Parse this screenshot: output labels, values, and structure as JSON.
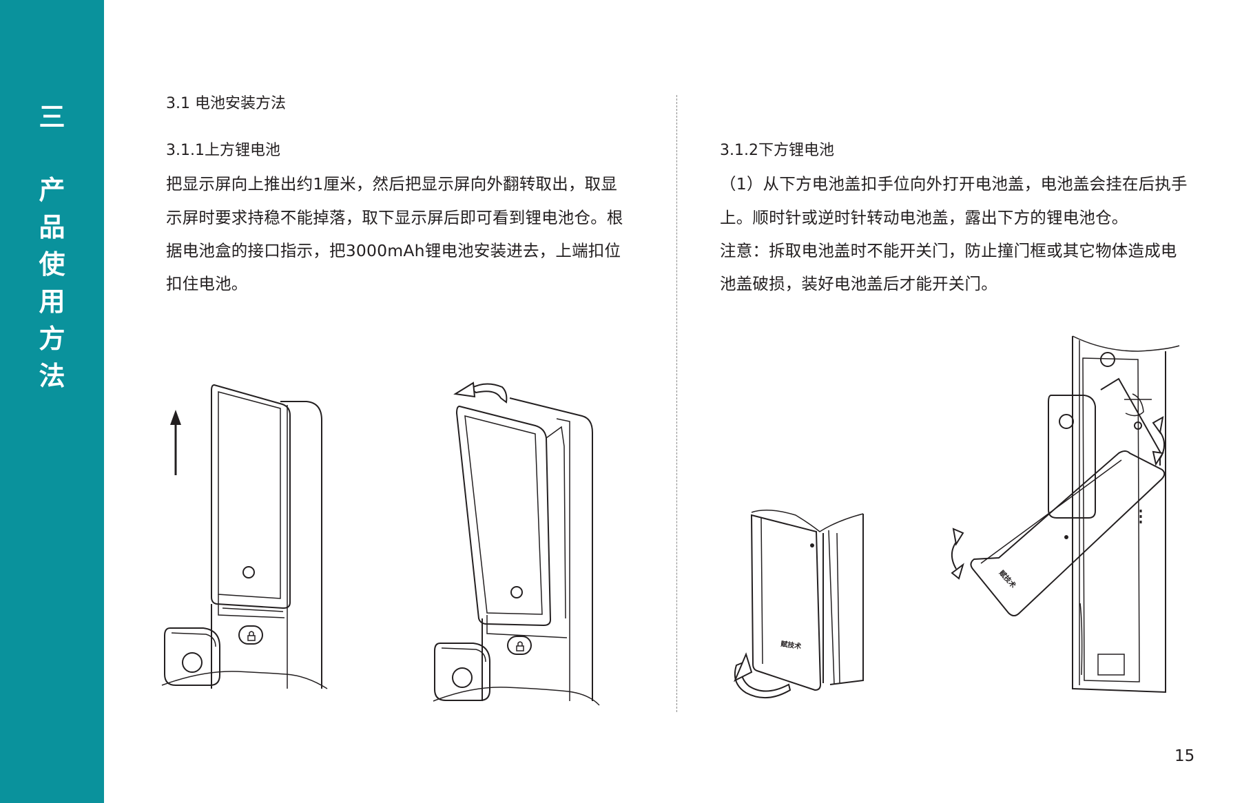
{
  "sidebar": {
    "chapter_numeral": "三",
    "chapter_title_chars": [
      "产",
      "品",
      "使",
      "用",
      "方",
      "法"
    ]
  },
  "section": {
    "title": "3.1 电池安装方法"
  },
  "left": {
    "heading": "3.1.1上方锂电池",
    "lines": [
      "把显示屏向上推出约1厘米，然后把显示屏向外翻转取出，取显",
      "示屏时要求持稳不能掉落，取下显示屏后即可看到锂电池仓。根",
      "据电池盒的接口指示，把3000mAh锂电池安装进去，上端扣位",
      "扣住电池。"
    ]
  },
  "right": {
    "heading": "3.1.2下方锂电池",
    "lines": [
      "（1）从下方电池盖扣手位向外打开电池盖，电池盖会挂在后执手",
      "上。顺时针或逆时针转动电池盖，露出下方的锂电池仓。",
      "注意：拆取电池盖时不能开关门，防止撞门框或其它物体造成电",
      "池盖破损，装好电池盖后才能开关门。"
    ]
  },
  "page_number": "15",
  "colors": {
    "sidebar": "#0a929c",
    "text": "#231f20",
    "line_art": "#231f20"
  }
}
